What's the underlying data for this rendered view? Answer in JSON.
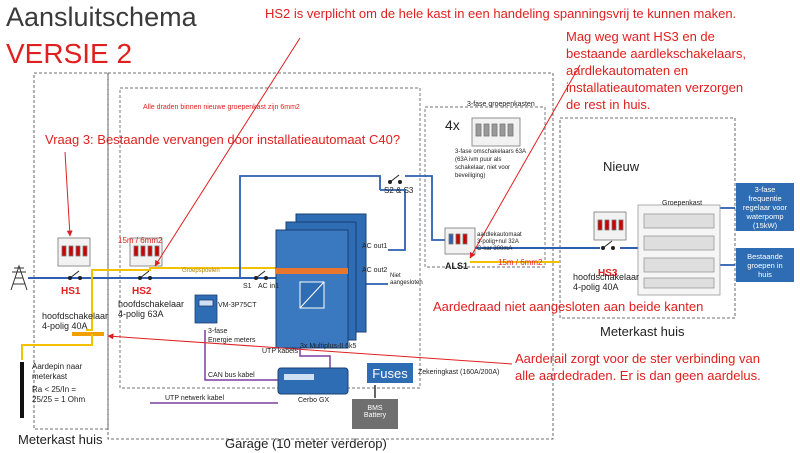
{
  "header": {
    "title": "Aansluitschema",
    "version": "VERSIE 2"
  },
  "comments": {
    "hs2": "HS2 is verplicht om de hele kast in een handeling spanningsvrij te kunnen maken.",
    "hs3_line1": "Mag weg want HS3 en de",
    "hs3_line2": "bestaande aardlekschakelaars,",
    "hs3_line3": "aardlekautomaten en",
    "hs3_line4": "installatieautomaten verzorgen",
    "hs3_line5": "de rest in huis.",
    "vraag3": "Vraag 3: Bestaande vervangen door installatieautomaat C40?",
    "aardedraad": "Aardedraad niet aangesloten aan beide kanten",
    "aarderail_line1": "Aarderail zorgt voor de ster verbinding van",
    "aarderail_line2": "alle aardedraden. Er is dan geen aardelus."
  },
  "labels": {
    "alle_draden": "Alle draden binnen nieuwe groepenkast zijn 6mm2",
    "groepenkasten_3fase": "3-fase groepenkasten",
    "x4": "4x",
    "omschakelaars_1": "3-fase omschakelaars 63A",
    "omschakelaars_2": "(63A ivm puur als",
    "omschakelaars_3": "schakelaar, niet voor",
    "omschakelaars_4": "beveiliging)",
    "s2s3": "S2 & S3",
    "ac_out1": "AC out1",
    "ac_out2": "AC out2",
    "niet_aangesloten_1": "Niet",
    "niet_aangesloten_2": "aangesloten",
    "s1": "S1",
    "ac_in1": "AC in1",
    "groepspoelen": "Groepspoelen",
    "hs1": "HS1",
    "hs2": "HS2",
    "hs3": "HS3",
    "als1": "ALS1",
    "cable_15m_left": "15m / 6mm2",
    "cable_15m_right": "15m / 6mm2",
    "hoofdschakelaar_hs1_1": "hoofdschakelaar",
    "hoofdschakelaar_hs1_2": "4-polig 40A",
    "hoofdschakelaar_hs2_1": "hoofdschakelaar",
    "hoofdschakelaar_hs2_2": "4-polig 63A",
    "hoofdschakelaar_hs3_1": "hoofdschakelaar",
    "hoofdschakelaar_hs3_2": "4-polig 40A",
    "vm": "VM-3P75CT",
    "energie_1": "3-fase",
    "energie_2": "Energie meters",
    "multiplus": "3x Multiplus-II 6k5",
    "utp_kabels": "UTP kabels",
    "can_bus": "CAN bus kabel",
    "utp_netwerk": "UTP netwerk kabel",
    "cerbo": "Cerbo GX",
    "fuses": "Fuses",
    "zekeringkast": "Zekeringkast (160A/200A)",
    "bms": "BMS",
    "battery": "Battery",
    "aardlek_1": "aardlekautomaat",
    "aardlek_2": "3-polig+nul 32A",
    "aardlek_3": "C-kar 300mA",
    "nieuw": "Nieuw",
    "groepenkast": "Groepenkast",
    "warmtepomp_1": "3-fase",
    "warmtepomp_2": "frequentie",
    "warmtepomp_3": "regelaar voor",
    "warmtepomp_4": "waterpomp",
    "warmtepomp_5": "(15kW)",
    "bestaande_1": "Bestaande",
    "bestaande_2": "groepen in",
    "bestaande_3": "huis",
    "aardepin_1": "Aardepin naar",
    "aardepin_2": "meterkast",
    "aardepin_3": "Ra < 25/In =",
    "aardepin_4": "25/25 = 1 Ohm",
    "meterkast_left": "Meterkast huis",
    "meterkast_right": "Meterkast huis",
    "garage": "Garage (10 meter verderop)"
  },
  "colors": {
    "accent_red": "#e02020",
    "cable_blue": "#2e5fb3",
    "cable_yellow": "#f2c200",
    "cable_purple": "#7b3fa0",
    "box_blue": "#2e6db3"
  }
}
